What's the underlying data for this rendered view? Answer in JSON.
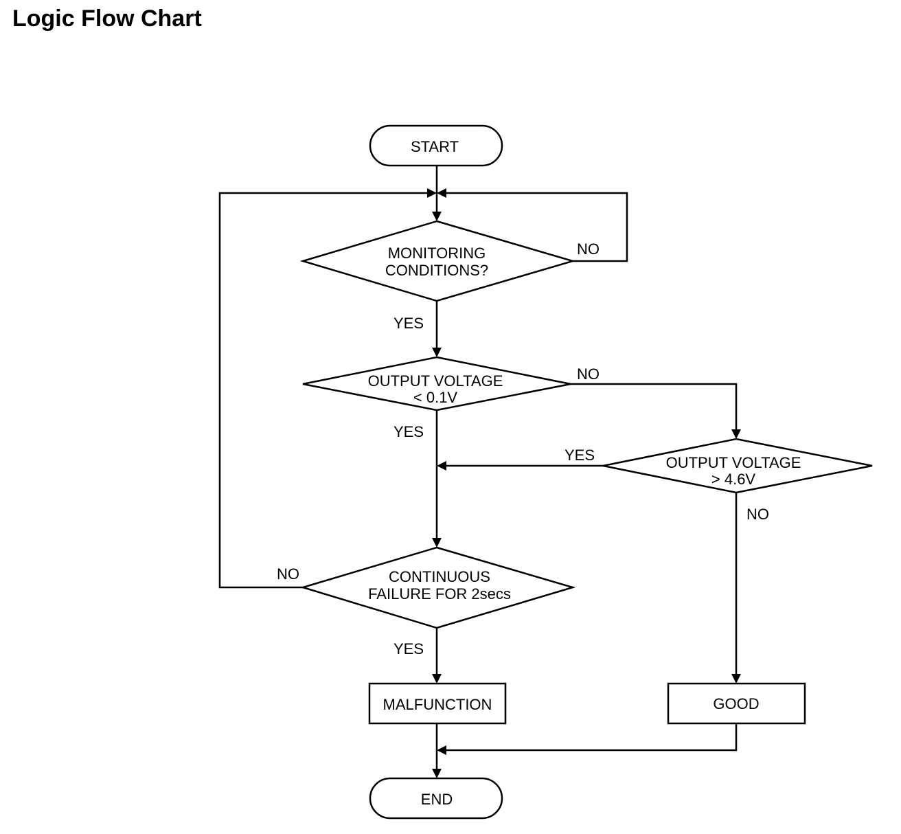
{
  "title": "Logic Flow Chart",
  "nodes": {
    "start": "START",
    "monitoring": [
      "MONITORING",
      "CONDITIONS?"
    ],
    "low_voltage": [
      "OUTPUT VOLTAGE",
      "< 0.1V"
    ],
    "high_voltage": [
      "OUTPUT VOLTAGE",
      "> 4.6V"
    ],
    "continuous": [
      "CONTINUOUS",
      "FAILURE FOR 2secs"
    ],
    "malfunction": "MALFUNCTION",
    "good": "GOOD",
    "end": "END"
  },
  "edge_labels": {
    "monitoring_no": "NO",
    "monitoring_yes": "YES",
    "low_voltage_no": "NO",
    "low_voltage_yes": "YES",
    "high_voltage_yes": "YES",
    "high_voltage_no": "NO",
    "continuous_no": "NO",
    "continuous_yes": "YES"
  }
}
